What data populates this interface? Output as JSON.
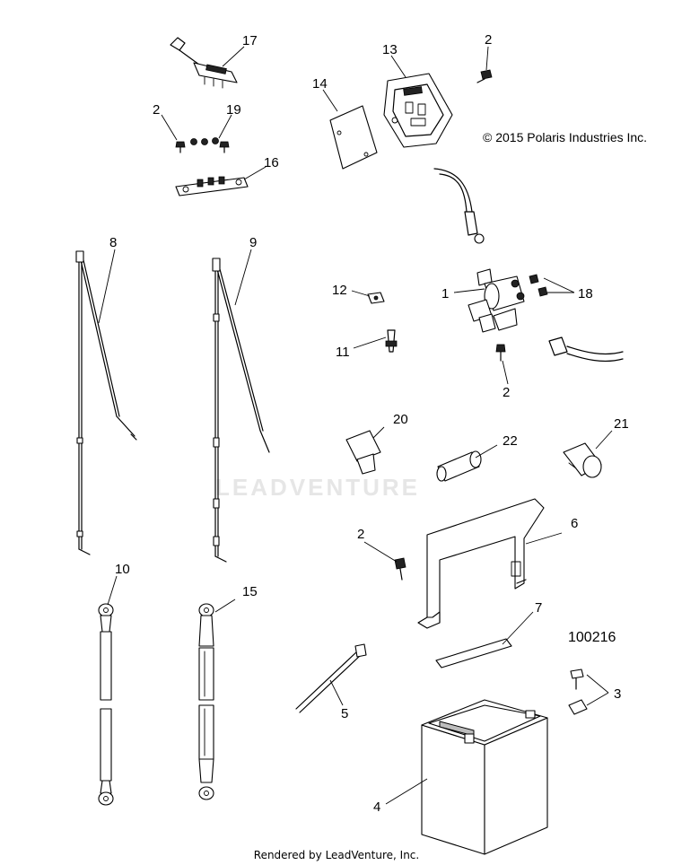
{
  "copyright": "© 2015 Polaris Industries Inc.",
  "diagram_number": "100216",
  "footer": "Rendered by LeadVenture, Inc.",
  "watermark": "LEADVENTURE",
  "callouts": {
    "c1": "1",
    "c2a": "2",
    "c2b": "2",
    "c2c": "2",
    "c2d": "2",
    "c3": "3",
    "c4": "4",
    "c5": "5",
    "c6": "6",
    "c7": "7",
    "c8": "8",
    "c9": "9",
    "c10": "10",
    "c11": "11",
    "c12": "12",
    "c13": "13",
    "c14": "14",
    "c15": "15",
    "c16": "16",
    "c17": "17",
    "c18": "18",
    "c19": "19",
    "c20": "20",
    "c21": "21",
    "c22": "22"
  }
}
